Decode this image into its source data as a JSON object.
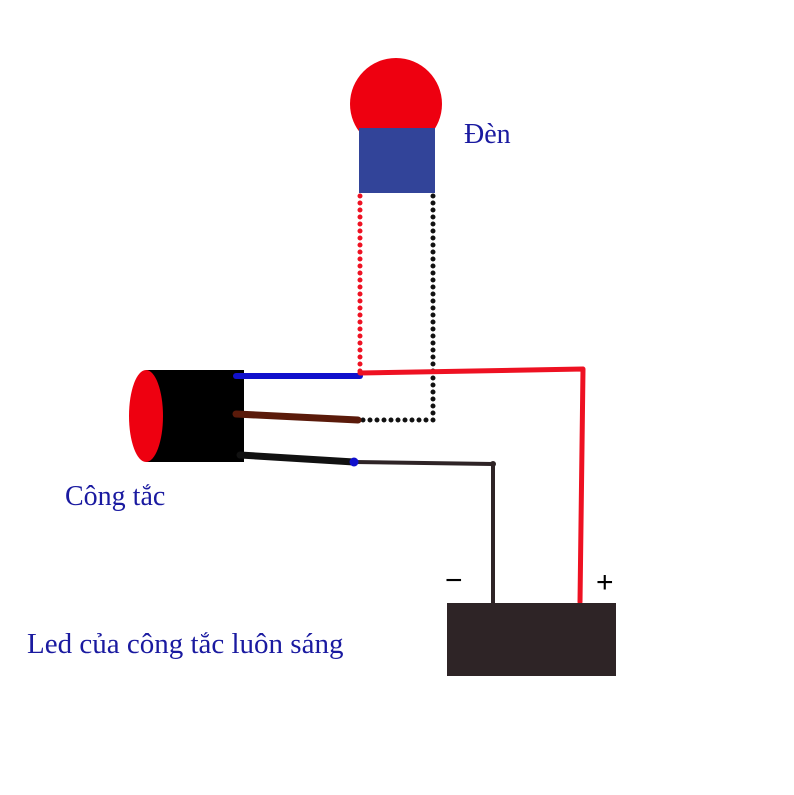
{
  "labels": {
    "lamp": "Đèn",
    "switch": "Công tắc",
    "note": "Led của công tắc luôn sáng",
    "battery_minus": "−",
    "battery_plus": "+"
  },
  "colors": {
    "lamp_bulb": "#ee0010",
    "lamp_base": "#324499",
    "switch_body": "#000000",
    "switch_face": "#ee0010",
    "wire_blue": "#1010cc",
    "wire_brown": "#5a1a0a",
    "wire_black": "#111111",
    "wire_red": "#ee1122",
    "wire_dark": "#2e2426",
    "battery": "#2e2426",
    "label_text": "#1a1aa0"
  }
}
